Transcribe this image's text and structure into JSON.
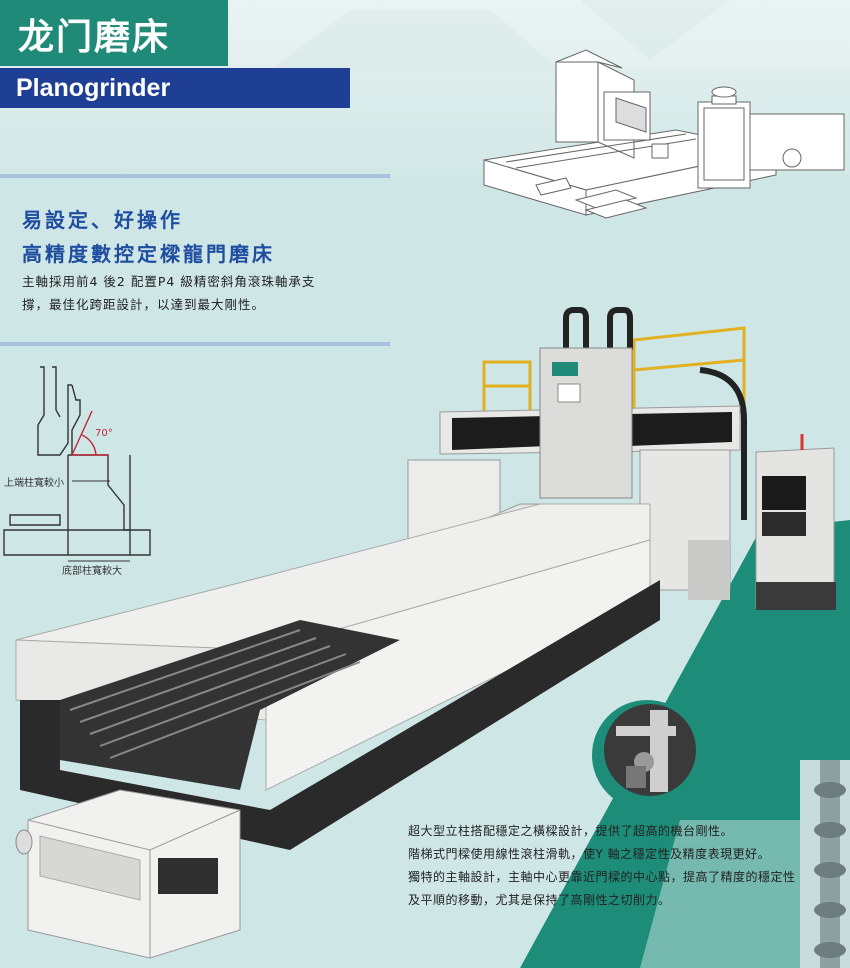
{
  "header": {
    "title_cn": "龙门磨床",
    "title_en": "Planogrinder"
  },
  "intro": {
    "heading_line1": "易設定、好操作",
    "heading_line2": "高精度數控定樑龍門磨床",
    "paragraph_lines": [
      "主軸採用前4 後2 配置P4 級精密斜角滾珠軸承支",
      "撐，最佳化跨距設計，以達到最大剛性。"
    ]
  },
  "diagram": {
    "top_label": "上端柱寬較小",
    "bottom_label": "底部柱寬較大",
    "angle_label": "70°"
  },
  "features": {
    "lines": [
      "超大型立柱搭配穩定之橫樑設計，提供了超高的機台剛性。",
      "階梯式門樑使用線性滾柱滑軌，使Y 軸之穩定性及精度表現更好。",
      "獨特的主軸設計，主軸中心更靠近門樑的中心點，提高了精度的穩定性",
      "及平順的移動，尤其是保持了高剛性之切削力。"
    ]
  },
  "colors": {
    "green": "#1f8a77",
    "blue": "#1f3f95",
    "heading_blue": "#1f4da0",
    "background": "#cfe6e6",
    "floor_teal": "#1d8c79"
  }
}
